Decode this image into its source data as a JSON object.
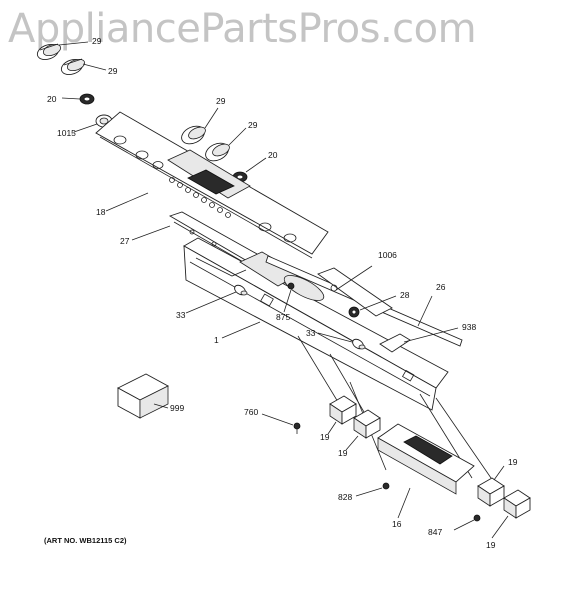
{
  "watermark": "AppliancePartsPros.com",
  "art_number": "(ART NO. WB12115 C2)",
  "callouts": {
    "c29a": "29",
    "c29b": "29",
    "c20a": "20",
    "c1015": "1015",
    "c29c": "29",
    "c29d": "29",
    "c20b": "20",
    "c18": "18",
    "c27": "27",
    "c1006": "1006",
    "c26": "26",
    "c28": "28",
    "c33a": "33",
    "c875": "875",
    "c938": "938",
    "c33b": "33",
    "c1": "1",
    "c999": "999",
    "c760": "760",
    "c19a": "19",
    "c19b": "19",
    "c19c": "19",
    "c828": "828",
    "c16": "16",
    "c847": "847",
    "c19d": "19"
  }
}
